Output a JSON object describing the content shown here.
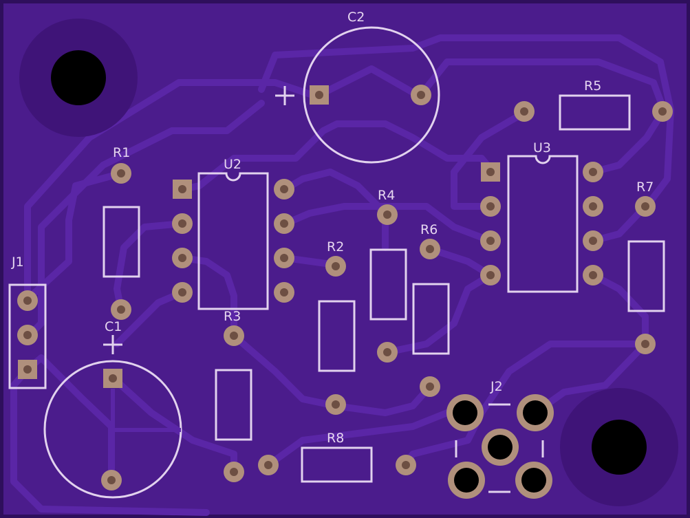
{
  "colors": {
    "board": "#4b1c8c",
    "board_edge": "#2e0f5c",
    "trace": "#5a26a6",
    "pour_dark": "#3f1478",
    "silk": "#e2d2ee",
    "pad": "#b0907c",
    "pad_hole": "#6d4f43",
    "drill": "#000000"
  },
  "labels": {
    "c2": "C2",
    "r5": "R5",
    "u3": "U3",
    "r1": "R1",
    "u2": "U2",
    "r4": "R4",
    "r7": "R7",
    "r6": "R6",
    "r2": "R2",
    "j1": "J1",
    "r3": "R3",
    "c1": "C1",
    "j2": "J2",
    "r8": "R8",
    "c1_plus": "+",
    "c2_plus": "+"
  },
  "icons": {
    "mounting_hole": "mounting-hole-icon",
    "pad": "through-hole-pad-icon"
  }
}
